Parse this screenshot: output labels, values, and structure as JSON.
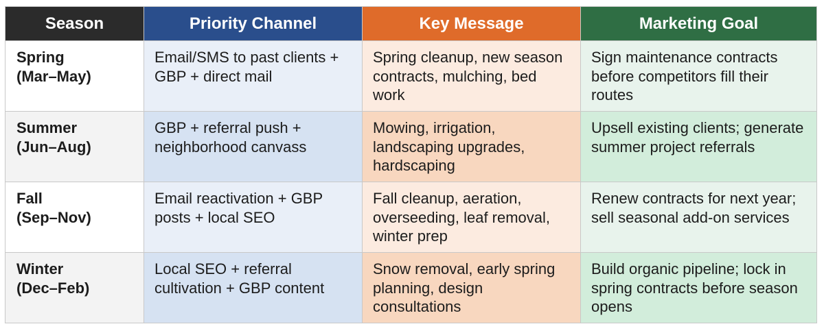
{
  "colors": {
    "header": [
      "#2b2b2b",
      "#2a4e8c",
      "#df6b2a",
      "#2f6e44"
    ],
    "row_light": [
      "#ffffff",
      "#e9eff8",
      "#fcebe0",
      "#e8f3ec"
    ],
    "row_dark": [
      "#f3f3f3",
      "#d6e2f2",
      "#f8d7bf",
      "#d2eddb"
    ]
  },
  "table": {
    "headers": [
      "Season",
      "Priority Channel",
      "Key Message",
      "Marketing Goal"
    ],
    "rows": [
      {
        "season": "Spring\n(Mar–May)",
        "channel": "Email/SMS to past clients + GBP + direct mail",
        "message": "Spring cleanup, new season contracts, mulching, bed work",
        "goal": "Sign maintenance contracts before competitors fill their routes"
      },
      {
        "season": "Summer\n(Jun–Aug)",
        "channel": "GBP + referral push + neighborhood canvass",
        "message": "Mowing, irrigation, landscaping upgrades, hardscaping",
        "goal": "Upsell existing clients; generate summer project referrals"
      },
      {
        "season": "Fall\n(Sep–Nov)",
        "channel": "Email reactivation + GBP posts + local SEO",
        "message": "Fall cleanup, aeration, overseeding, leaf removal, winter prep",
        "goal": "Renew contracts for next year; sell seasonal add-on services"
      },
      {
        "season": "Winter\n(Dec–Feb)",
        "channel": "Local SEO + referral cultivation + GBP content",
        "message": "Snow removal, early spring planning, design consultations",
        "goal": "Build organic pipeline; lock in spring contracts before season opens"
      }
    ]
  }
}
